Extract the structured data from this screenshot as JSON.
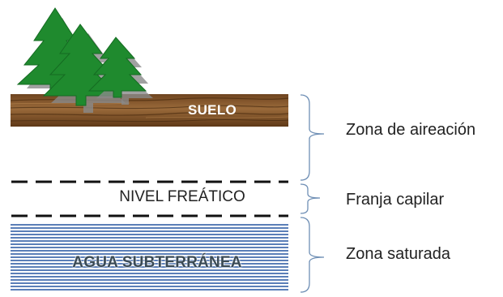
{
  "layers": {
    "soil_label": "SUELO",
    "water_table_label": "NIVEL FREÁTICO",
    "groundwater_label": "AGUA SUBTERRÁNEA"
  },
  "zones": {
    "aeration": "Zona de aireación",
    "capillary_fringe": "Franja capilar",
    "saturated": "Zona saturada"
  },
  "colors": {
    "soil": "#8b5a2b",
    "tree": "#1f8a2e",
    "water_stripe": "#5b7fb8",
    "bracket": "#6f8fb5",
    "dash": "#111111"
  }
}
